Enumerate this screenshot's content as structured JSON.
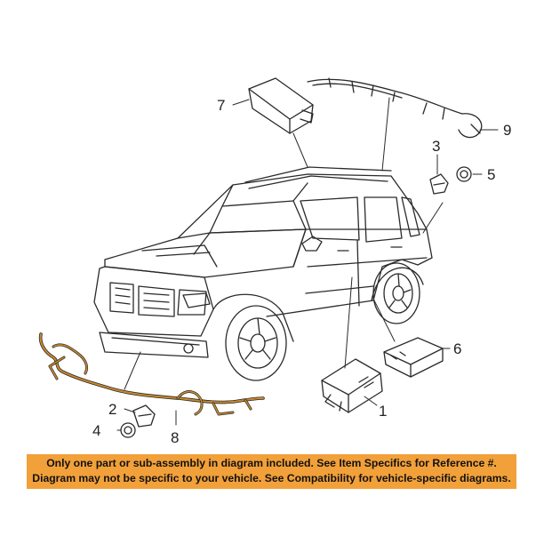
{
  "callouts": [
    {
      "number": "1"
    },
    {
      "number": "2"
    },
    {
      "number": "3"
    },
    {
      "number": "4"
    },
    {
      "number": "5"
    },
    {
      "number": "6"
    },
    {
      "number": "7"
    },
    {
      "number": "8"
    },
    {
      "number": "9"
    }
  ],
  "notice": {
    "line1": "Only one part or sub-assembly in diagram included. See Item Specifics for Reference #.",
    "line2": "Diagram may not be specific to your vehicle. See Compatibility for vehicle-specific diagrams."
  },
  "colors": {
    "notice_background": "#f2a03a",
    "harness_highlight": "#c98a2c",
    "line_art": "#2a2a2a"
  }
}
